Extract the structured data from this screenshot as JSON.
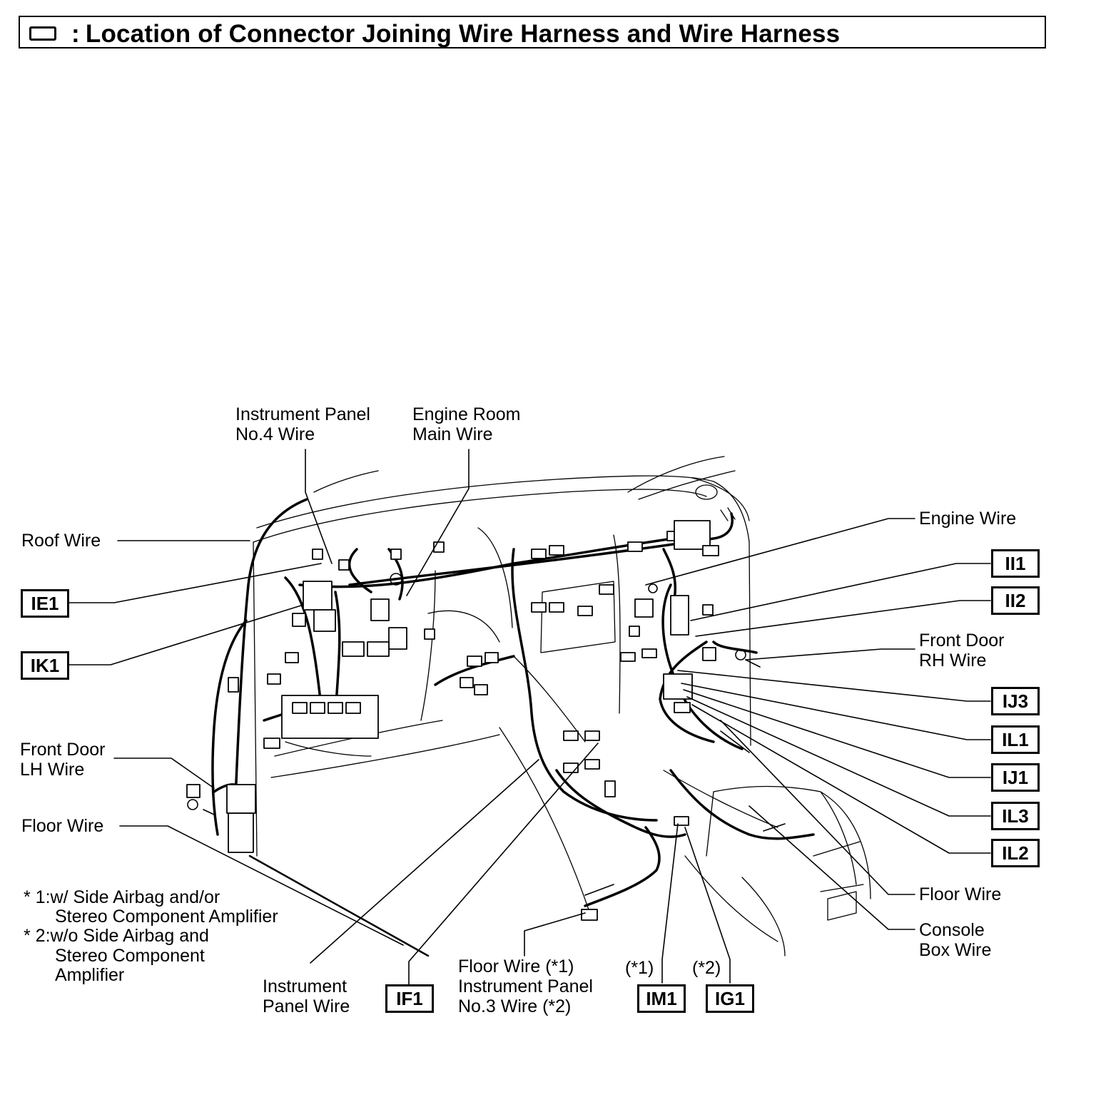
{
  "title": {
    "icon": "connector-box-icon",
    "separator": ":",
    "text": "Location of Connector Joining Wire Harness and Wire Harness"
  },
  "wire_labels": {
    "instrument_panel_no4": [
      "Instrument Panel",
      "No.4 Wire"
    ],
    "engine_room_main": [
      "Engine Room",
      "Main Wire"
    ],
    "roof": [
      "Roof Wire"
    ],
    "engine": [
      "Engine Wire"
    ],
    "front_door_rh": [
      "Front Door",
      "RH Wire"
    ],
    "front_door_lh": [
      "Front Door",
      "LH Wire"
    ],
    "floor_left": [
      "Floor Wire"
    ],
    "floor_right": [
      "Floor Wire"
    ],
    "console_box": [
      "Console",
      "Box Wire"
    ],
    "instrument_panel": [
      "Instrument",
      "Panel Wire"
    ],
    "floor_ip3": [
      "Floor Wire (*1)",
      "Instrument Panel",
      "No.3 Wire (*2)"
    ]
  },
  "connector_codes": {
    "ie1": "IE1",
    "ik1": "IK1",
    "ii1": "II1",
    "ii2": "II2",
    "ij3": "IJ3",
    "il1": "IL1",
    "ij1": "IJ1",
    "il3": "IL3",
    "il2": "IL2",
    "if1": "IF1",
    "im1": "IM1",
    "ig1": "IG1"
  },
  "markers": {
    "m1": "(*1)",
    "m2": "(*2)"
  },
  "notes": [
    "* 1:w/ Side Airbag and/or",
    "Stereo Component Amplifier",
    "* 2:w/o Side Airbag and",
    "Stereo Component",
    "Amplifier"
  ]
}
